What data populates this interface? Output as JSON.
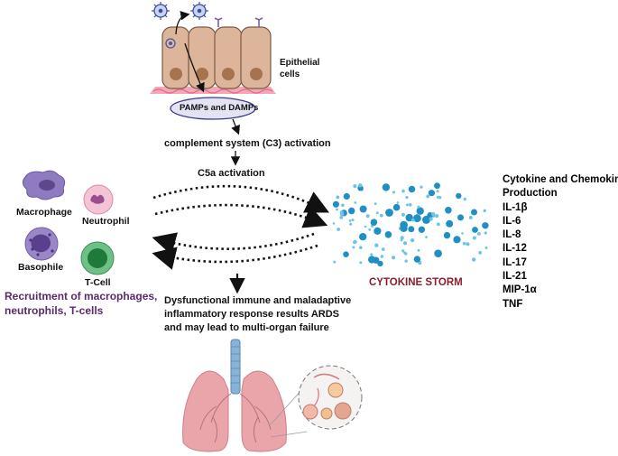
{
  "labels": {
    "epithelial": "Epithelial cells",
    "pamps": "PAMPs and DAMPs",
    "complement": "complement system (C3) activation",
    "c5a": "C5a activation",
    "macrophage": "Macrophage",
    "neutrophil": "Neutrophil",
    "basophile": "Basophile",
    "tcell": "T-Cell",
    "recruitment_line1": "Recruitment of macrophages,",
    "recruitment_line2": "neutrophils, T-cells",
    "cytokine_storm": "CYTOKINE STORM",
    "dysfunction_line1": "Dysfunctional immune and maladaptive",
    "dysfunction_line2": "inflammatory response results ARDS",
    "dysfunction_line3": "and may lead to multi-organ failure"
  },
  "cytokines": {
    "title_line1": "Cytokine and Chemokine",
    "title_line2": "Production",
    "items": [
      "IL-1β",
      "IL-6",
      "IL-8",
      "IL-12",
      "IL-17",
      "IL-21",
      "MIP-1α",
      "TNF"
    ]
  },
  "colors": {
    "recruitment_text": "#5b2a6b",
    "cytokine_storm_text": "#8b1e2e",
    "epithelium": "#dcb59a",
    "nucleus": "#a5744f",
    "pamp_ellipse": "#e3e3f1",
    "cytokine_dot": "#2b9ac9",
    "lung": "#e9a5aa",
    "trachea": "#86b3d6"
  }
}
